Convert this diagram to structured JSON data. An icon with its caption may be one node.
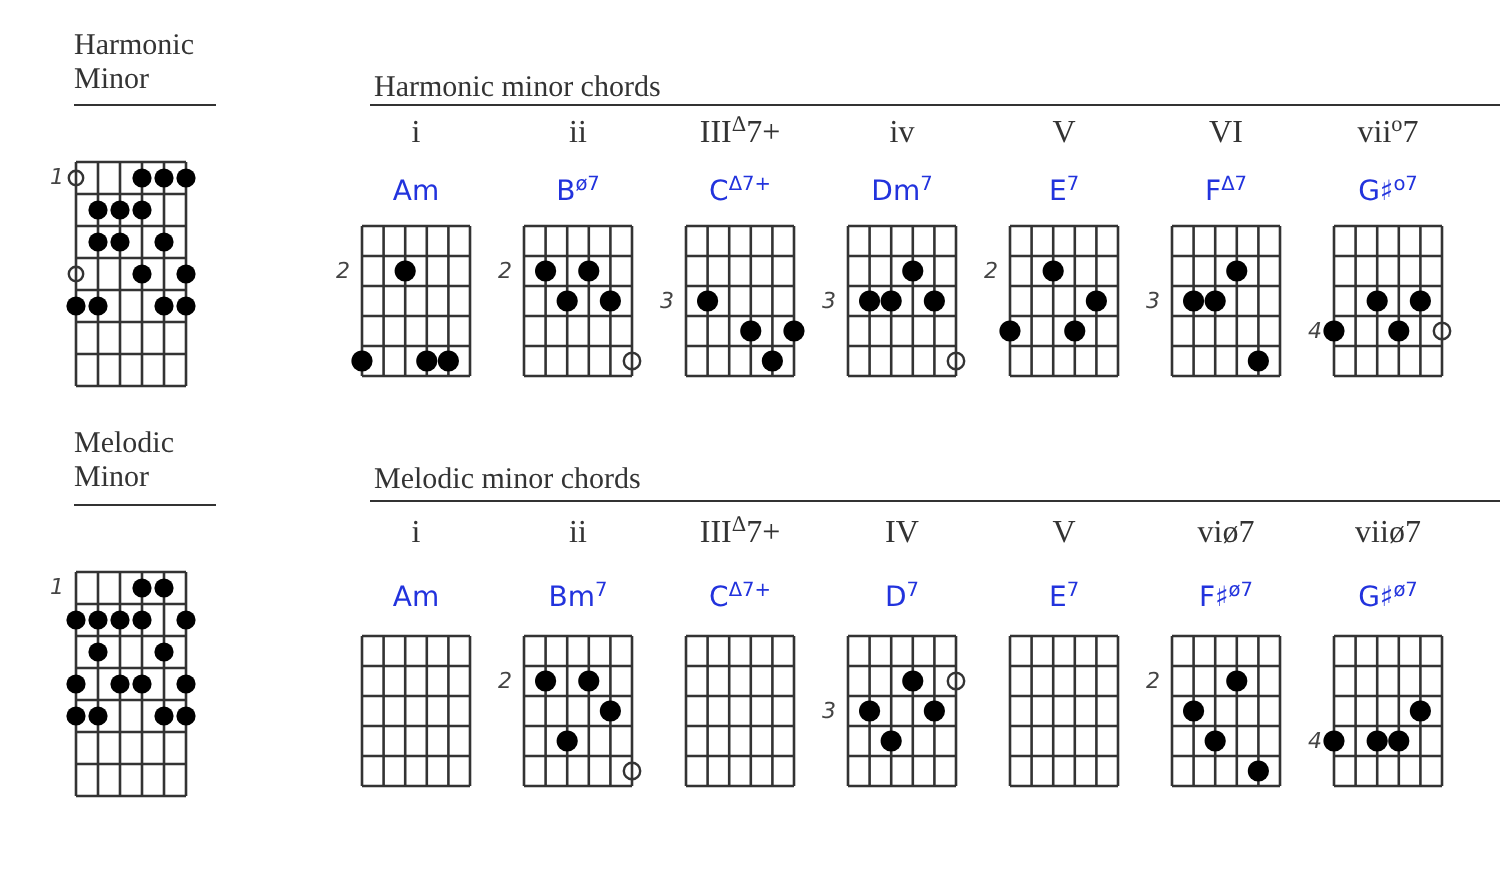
{
  "diagram": {
    "nodes": [
      {
        "text": [
          "Harmonic Minor"
        ],
        "beside": [
          "1"
        ]
      },
      {
        "text": [
          "i",
          "Am"
        ],
        "beside": [
          "2"
        ]
      },
      {
        "text": [
          "ii",
          "B$^{ø7}$"
        ],
        "beside": [
          "2"
        ]
      },
      {
        "text": [
          "III$^{Δ}$7+",
          "C$^{Δ7+}$"
        ],
        "beside": [
          "3"
        ]
      },
      {
        "text": [
          "iv",
          "Dm$^{7}$"
        ],
        "beside": [
          "3"
        ]
      },
      {
        "text": [
          "V",
          "E$^{7}$"
        ],
        "beside": [
          "2"
        ]
      },
      {
        "text": [
          "VI",
          "F$^{Δ7}$"
        ],
        "beside": [
          "3"
        ]
      },
      {
        "text": [
          "vii$^{o}$7",
          "G♯$^{o7}$"
        ],
        "beside": [
          "4"
        ]
      },
      {
        "text": [
          "Melodic Minor"
        ],
        "beside": [
          "1"
        ]
      },
      {
        "text": [
          "i",
          "Am"
        ]
      },
      {
        "text": [
          "ii",
          "Bm$^{7}$"
        ],
        "beside": [
          "2"
        ]
      },
      {
        "text": [
          "III$^{Δ}$7+",
          "C$^{Δ7+}$"
        ]
      },
      {
        "text": [
          "IV",
          "D$^{7}$"
        ],
        "beside": [
          "3"
        ]
      },
      {
        "text": [
          "V",
          "E$^{7}$"
        ]
      },
      {
        "text": [
          "viø7",
          "F♯$^{ø7}$"
        ],
        "beside": [
          "2"
        ]
      },
      {
        "text": [
          "viiø7",
          "G♯$^{ø7}$"
        ],
        "beside": [
          "4"
        ]
      }
    ],
    "labels": [
      "Harmonic minor chords",
      "Melodic minor chords"
    ]
  }
}
